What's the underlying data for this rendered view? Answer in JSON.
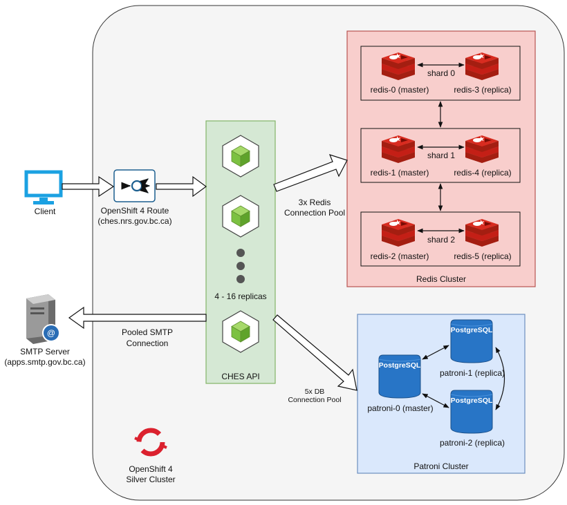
{
  "client": {
    "label": "Client"
  },
  "route": {
    "line1": "OpenShift 4 Route",
    "line2": "(ches.nrs.gov.bc.ca)"
  },
  "ches_api": {
    "label": "CHES API",
    "replicas_label": "4 - 16 replicas"
  },
  "smtp_server": {
    "line1": "SMTP Server",
    "line2": "(apps.smtp.gov.bc.ca)"
  },
  "pooled_smtp": {
    "line1": "Pooled SMTP",
    "line2": "Connection"
  },
  "redis_pool": {
    "line1": "3x Redis",
    "line2": "Connection Pool"
  },
  "db_pool": {
    "line1": "5x DB",
    "line2": "Connection Pool"
  },
  "openshift": {
    "line1": "OpenShift 4",
    "line2": "Silver Cluster"
  },
  "redis_cluster": {
    "label": "Redis Cluster",
    "shards": [
      {
        "name": "shard 0",
        "master": "redis-0 (master)",
        "replica": "redis-3 (replica)"
      },
      {
        "name": "shard 1",
        "master": "redis-1 (master)",
        "replica": "redis-4 (replica)"
      },
      {
        "name": "shard 2",
        "master": "redis-2 (master)",
        "replica": "redis-5 (replica)"
      }
    ]
  },
  "patroni_cluster": {
    "label": "Patroni Cluster",
    "db_badge": "PostgreSQL",
    "nodes": [
      "patroni-0 (master)",
      "patroni-1 (replica)",
      "patroni-2 (replica)"
    ]
  },
  "colors": {
    "silver_cluster_bg": "#f5f5f5",
    "ches_api_bg": "#d5e8d4",
    "ches_api_border": "#82b366",
    "redis_cluster_bg": "#f8cecc",
    "redis_cluster_border": "#b85450",
    "patroni_cluster_bg": "#dae8fc",
    "patroni_cluster_border": "#6c8ebf",
    "redis_red": "#d82c20",
    "postgres_blue": "#2875c6",
    "openshift_red": "#db212e",
    "monitor_blue": "#1ba1e2",
    "route_blue": "#1b5e8f",
    "cube_green": "#7cc142"
  },
  "icons": [
    "monitor-icon",
    "route-icon",
    "container-icon",
    "redis-icon",
    "postgresql-icon",
    "mail-server-icon",
    "openshift-icon"
  ]
}
